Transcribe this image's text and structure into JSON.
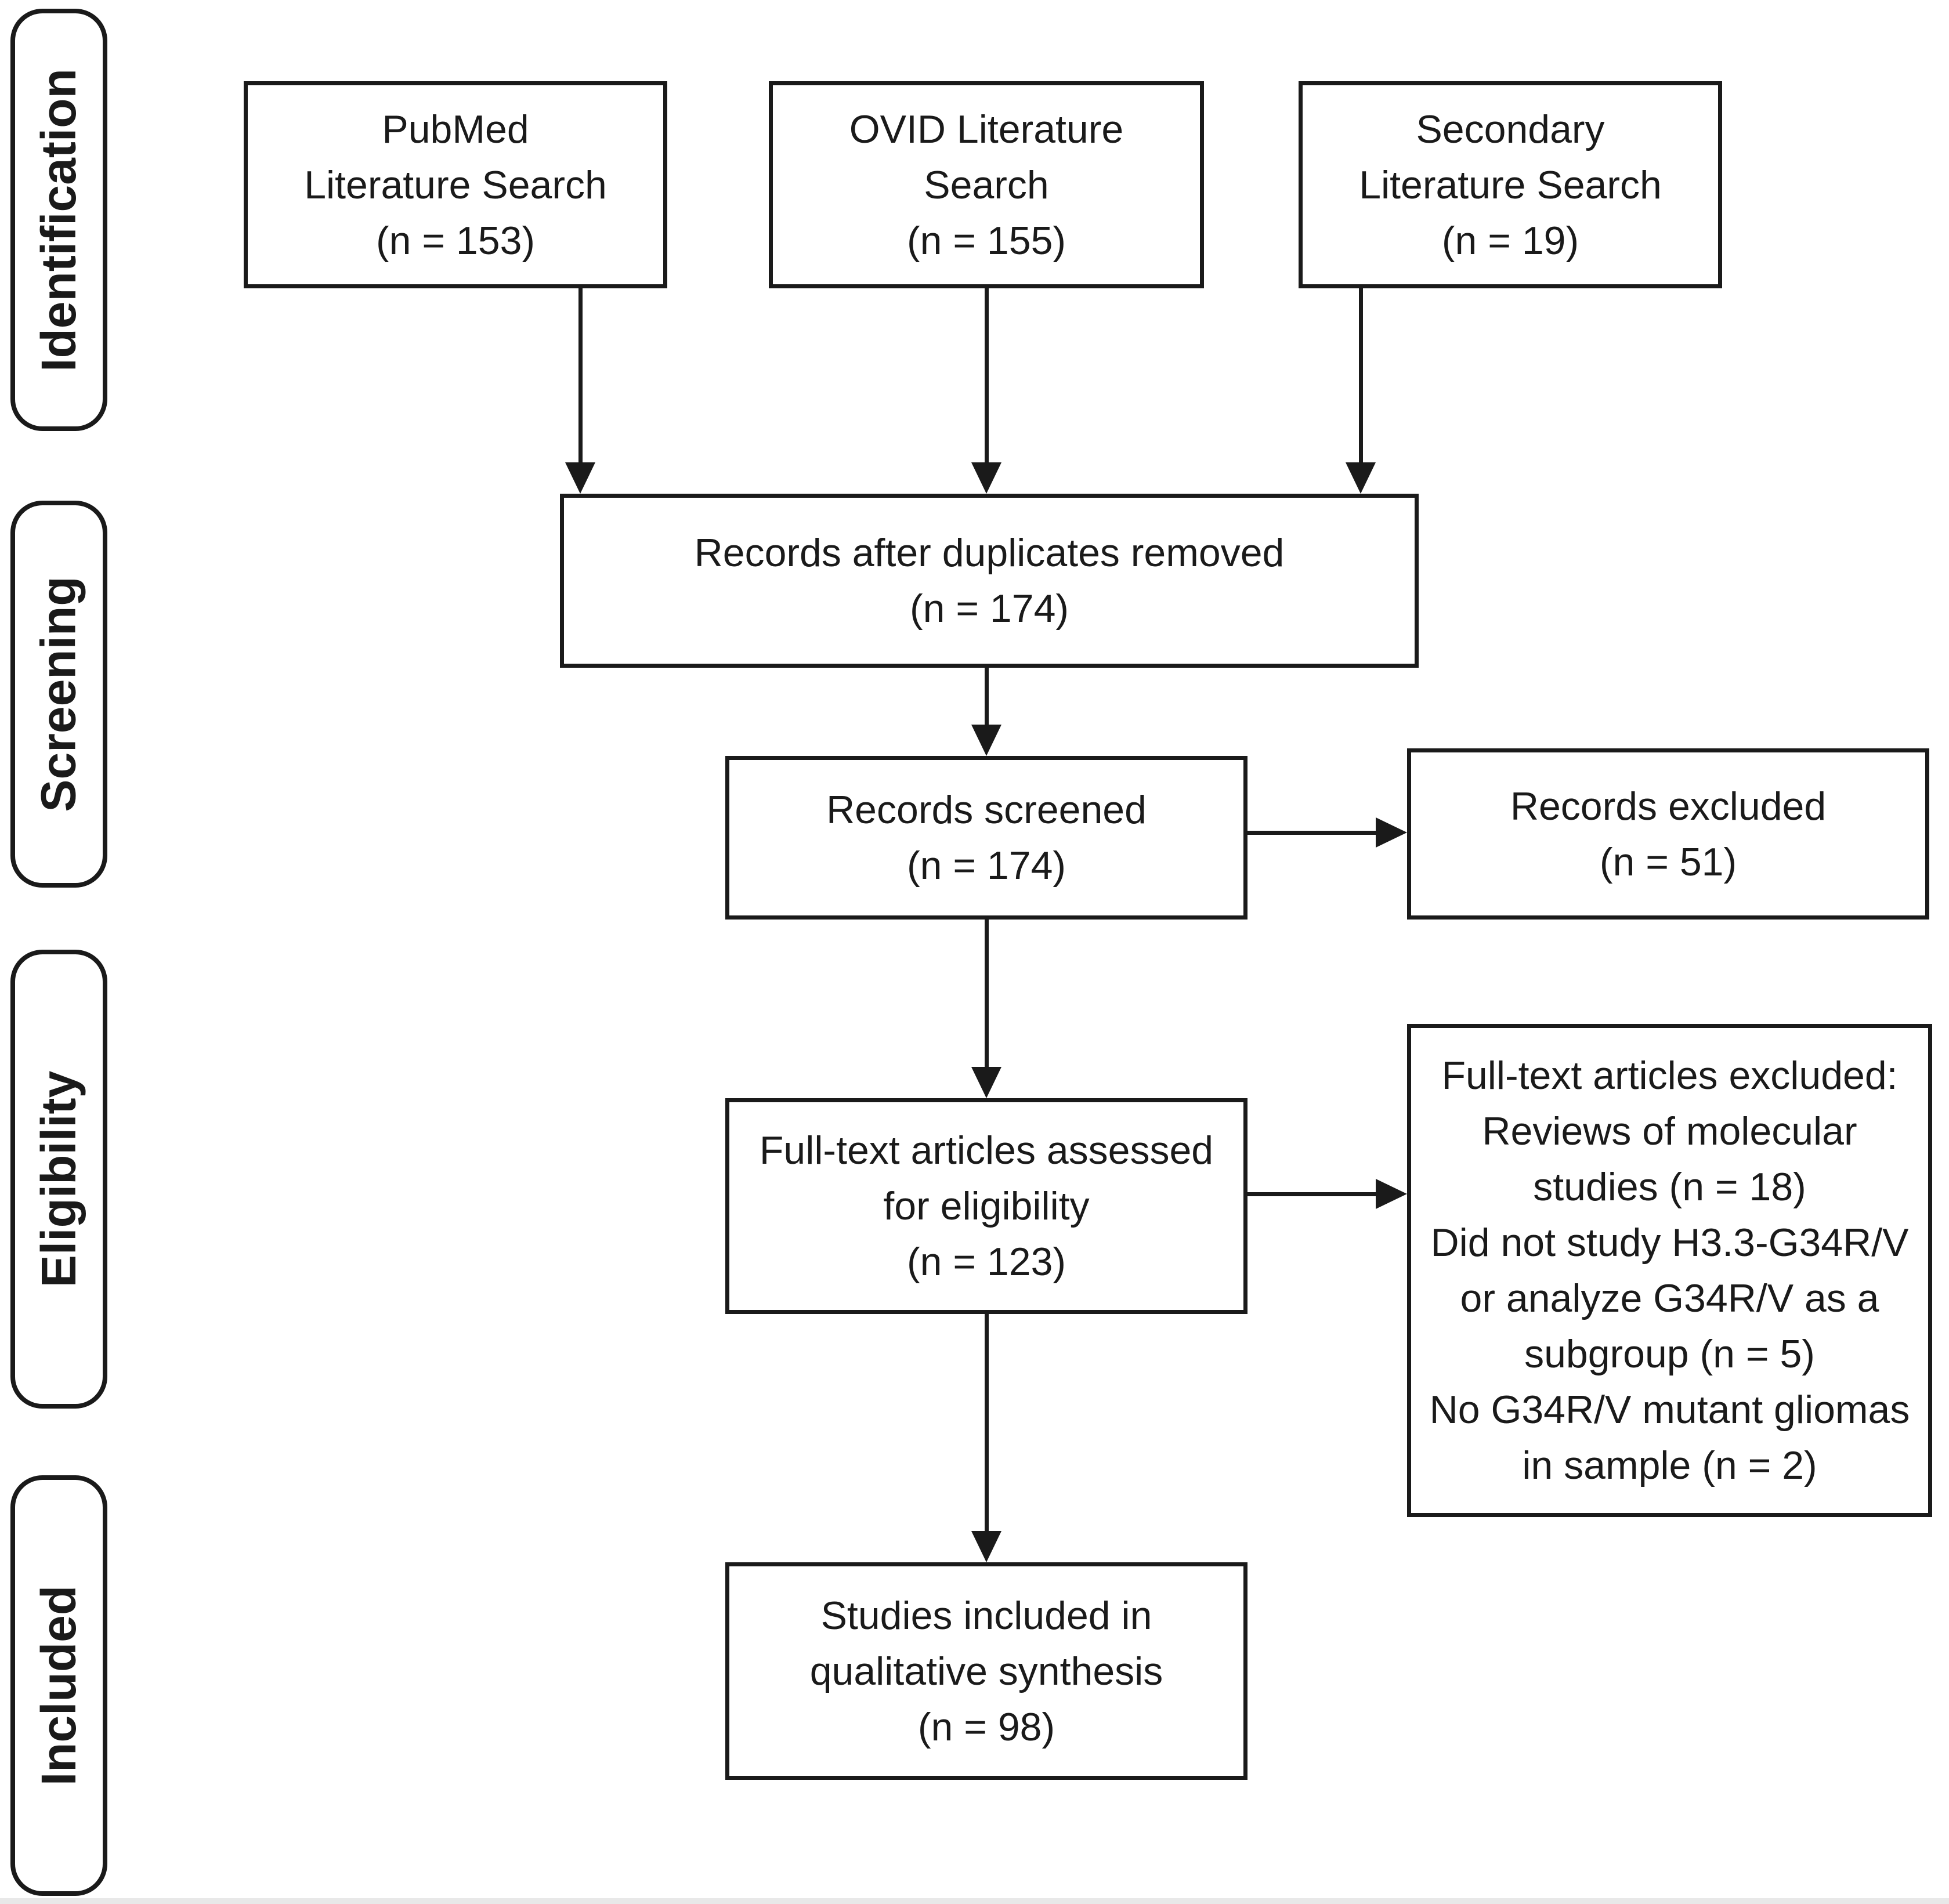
{
  "figure": {
    "type": "prisma-flow-diagram",
    "stages": {
      "identification": "Identification",
      "screening": "Screening",
      "eligibility": "Eligibility",
      "included": "Included"
    },
    "nodes": {
      "pubmed": {
        "lines": [
          "PubMed",
          "Literature Search",
          "(n = 153)"
        ]
      },
      "ovid": {
        "lines": [
          "OVID Literature",
          "Search",
          "(n = 155)"
        ]
      },
      "secondary": {
        "lines": [
          "Secondary",
          "Literature Search",
          "(n = 19)"
        ]
      },
      "duplicates_removed": {
        "lines": [
          "Records after duplicates removed",
          "(n = 174)"
        ]
      },
      "records_screened": {
        "lines": [
          "Records screened",
          "(n = 174)"
        ]
      },
      "records_excluded": {
        "lines": [
          "Records excluded",
          "(n = 51)"
        ]
      },
      "fulltext_assessed": {
        "lines": [
          "Full-text articles assessed",
          "for eligibility",
          "(n = 123)"
        ]
      },
      "fulltext_excluded": {
        "lines": [
          "Full-text articles excluded:",
          "Reviews of molecular",
          "studies (n = 18)",
          "Did not study H3.3-G34R/V",
          "or analyze G34R/V as a",
          "subgroup (n = 5)",
          "No G34R/V mutant gliomas",
          "in sample (n = 2)"
        ]
      },
      "studies_included": {
        "lines": [
          "Studies included in",
          "qualitative synthesis",
          "(n = 98)"
        ]
      }
    },
    "colors": {
      "border": "#1a1a1a",
      "text": "#1a1a1a",
      "background": "#ffffff",
      "bottom_bar": "#e8e8e8"
    }
  }
}
